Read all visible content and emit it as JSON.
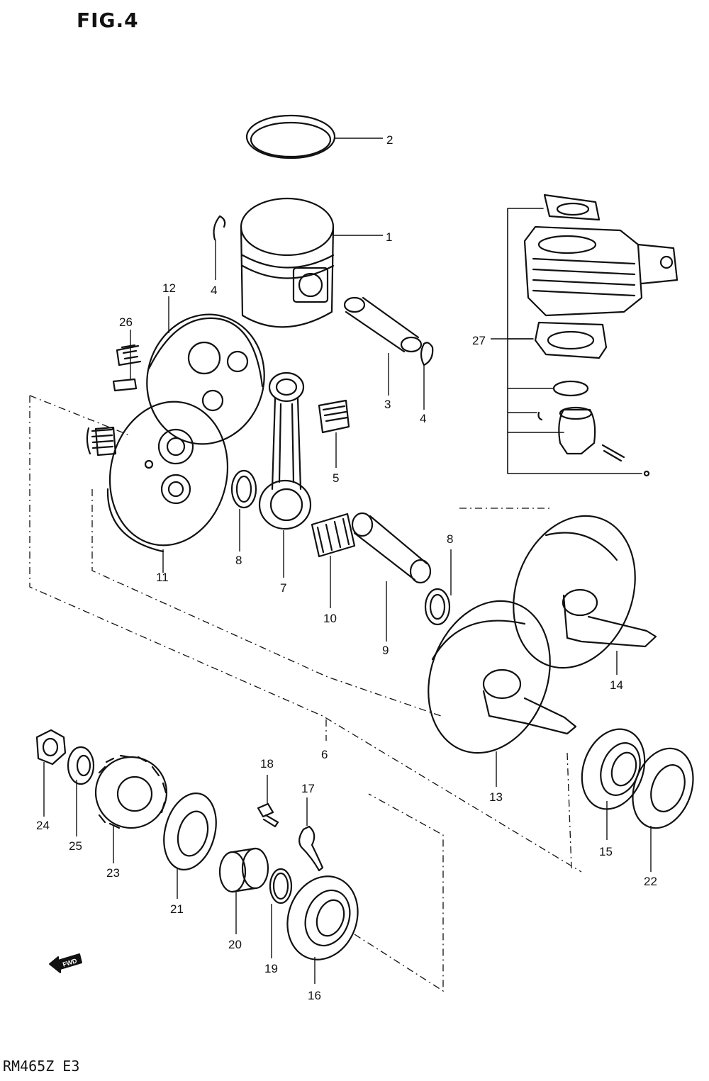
{
  "figure": {
    "title": "FIG.4",
    "footer": "RM465Z E3"
  },
  "callouts": [
    "1",
    "2",
    "3",
    "4",
    "4",
    "5",
    "6",
    "7",
    "8",
    "8",
    "9",
    "10",
    "11",
    "12",
    "13",
    "14",
    "15",
    "16",
    "17",
    "18",
    "19",
    "20",
    "21",
    "22",
    "23",
    "24",
    "25",
    "26",
    "27"
  ],
  "fwd_label": "FWD"
}
